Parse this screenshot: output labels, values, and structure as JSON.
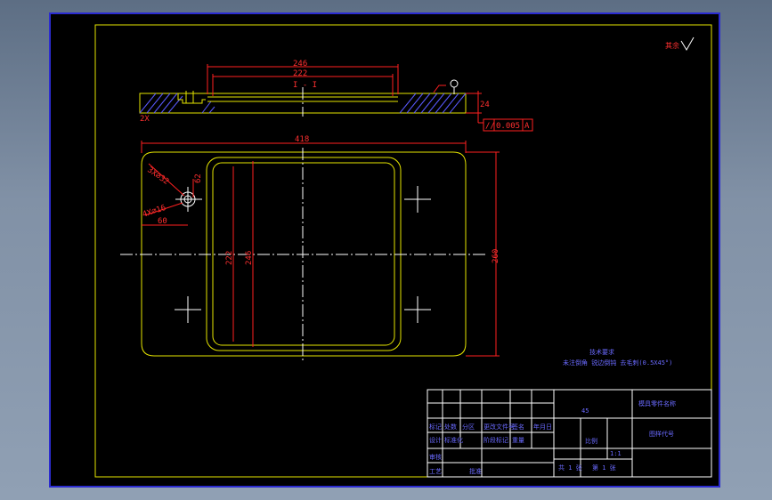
{
  "drawing": {
    "surface_mark": "其余",
    "dims": {
      "top_246": "246",
      "top_222": "222",
      "section": "I - I",
      "thickness": "24",
      "chamfer": "2X",
      "tolerance_symbol": "//",
      "tolerance_value": "0.005",
      "datum": "A",
      "width_418": "418",
      "height_260": "260",
      "inner_222": "222",
      "inner_246": "246",
      "holes_3x": "3X⌀32",
      "holes_4x": "4X⌀16",
      "dim_60": "60",
      "dim_62": "62"
    },
    "notes": {
      "title": "技术要求",
      "body": "未注倒角 锐边倒钝 去毛刺(0.5X45°)"
    },
    "titleblock": {
      "material": "45",
      "part_name": "模具零件名称",
      "drawing_no": "图样代号",
      "scale_label": "比例",
      "scale_value": "1:1",
      "row1": [
        "标记",
        "处数",
        "分区",
        "更改文件号",
        "签名",
        "年月日"
      ],
      "row2": [
        "设计",
        "标准化",
        "阶段标记",
        "重量"
      ],
      "row3": [
        "审核"
      ],
      "row4": [
        "工艺",
        "批准"
      ],
      "sheet_a": "共 1 张",
      "sheet_b": "第 1 张"
    }
  }
}
